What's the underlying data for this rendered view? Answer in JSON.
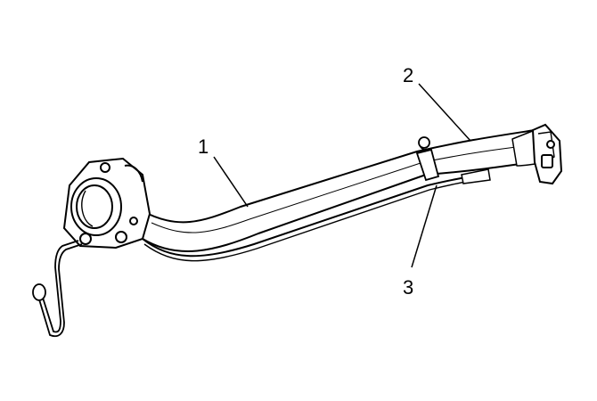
{
  "diagram": {
    "labels": [
      {
        "id": "1",
        "text": "1"
      },
      {
        "id": "2",
        "text": "2"
      },
      {
        "id": "3",
        "text": "3"
      }
    ],
    "colors": {
      "line": "#000000",
      "fill": "#ffffff",
      "shade": "#e6e6e6"
    }
  }
}
